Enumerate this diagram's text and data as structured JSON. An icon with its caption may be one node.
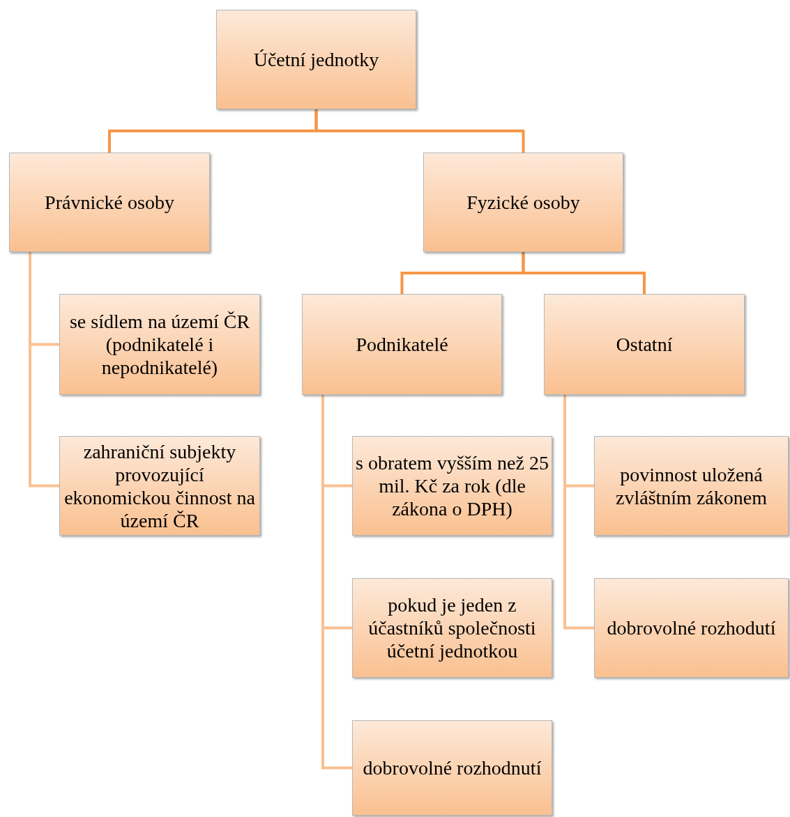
{
  "diagram": {
    "nodes": [
      {
        "text": [
          "Účetní jednotky"
        ]
      },
      {
        "text": [
          "Právnické osoby"
        ]
      },
      {
        "text": [
          "Fyzické osoby"
        ]
      },
      {
        "text": [
          "se sídlem na území ČR (podnikatelé i nepodnikatelé)"
        ]
      },
      {
        "text": [
          "zahraniční subjekty provozující ekonomickou činnost na území ČR"
        ]
      },
      {
        "text": [
          "Podnikatelé"
        ]
      },
      {
        "text": [
          "Ostatní"
        ]
      },
      {
        "text": [
          "s obratem vyšším než 25 mil. Kč za rok (dle zákona o DPH)"
        ]
      },
      {
        "text": [
          "pokud je jeden z účastníků společnosti účetní jednotkou"
        ]
      },
      {
        "text": [
          "dobrovolné rozhodnutí"
        ]
      },
      {
        "text": [
          "povinnost uložená zvláštním zákonem"
        ]
      },
      {
        "text": [
          "dobrovolné rozhodutí"
        ]
      }
    ],
    "edges": [
      {
        "from": 0,
        "to": 1,
        "arrow": "none",
        "color": "#f79646"
      },
      {
        "from": 0,
        "to": 2,
        "arrow": "none",
        "color": "#f79646"
      },
      {
        "from": 1,
        "to": 3,
        "arrow": "none"
      },
      {
        "from": 1,
        "to": 4,
        "arrow": "none"
      },
      {
        "from": 2,
        "to": 5,
        "arrow": "none",
        "color": "#f79646"
      },
      {
        "from": 2,
        "to": 6,
        "arrow": "none",
        "color": "#f79646"
      },
      {
        "from": 5,
        "to": 7,
        "arrow": "none"
      },
      {
        "from": 5,
        "to": 8,
        "arrow": "none"
      },
      {
        "from": 5,
        "to": 9,
        "arrow": "none"
      },
      {
        "from": 6,
        "to": 10,
        "arrow": "none"
      },
      {
        "from": 6,
        "to": 11,
        "arrow": "none"
      }
    ]
  }
}
